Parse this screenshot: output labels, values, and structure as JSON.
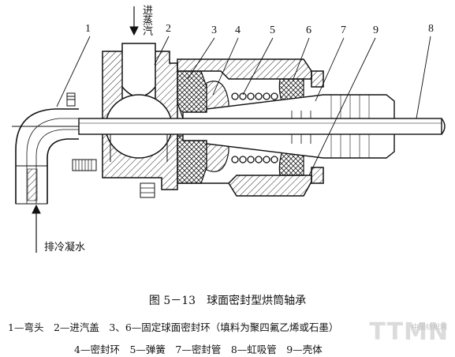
{
  "callouts": {
    "n1": "1",
    "n2": "2",
    "n3": "3",
    "n4": "4",
    "n5": "5",
    "n6": "6",
    "n7": "7",
    "n9": "9",
    "n8": "8"
  },
  "labels": {
    "steam_in": "进蒸汽",
    "drain_out": "排冷凝水"
  },
  "caption": "图 5－13　球面密封型烘筒轴承",
  "legend": {
    "line1": "1—弯头　2—进汽盖　3、6—固定球面密封环（填料为聚四氟乙烯或石墨）",
    "line2": "4—密封环　5—弹簧　7—密封管　8—虹吸管　9—壳体"
  },
  "watermark": {
    "main": "TTMN",
    "sub": "中国纺织网"
  }
}
